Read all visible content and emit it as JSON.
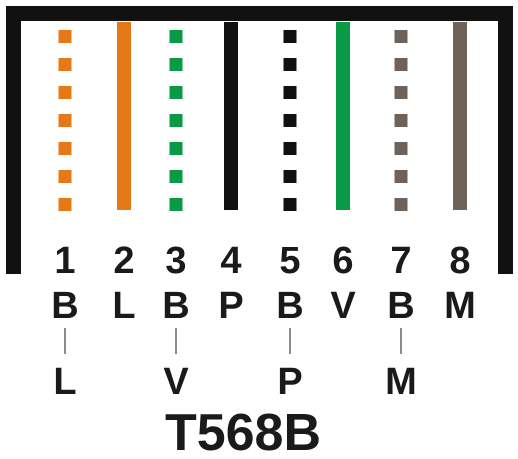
{
  "standard": "T568B",
  "colors": {
    "frame": "#111111",
    "orange": "#e67817",
    "green": "#0a9a46",
    "black": "#111111",
    "brown": "#6f6258",
    "white": "#ffffff"
  },
  "wires": [
    {
      "pin": "1",
      "code": "B",
      "pair_code": "L",
      "color": "orange",
      "style": "striped"
    },
    {
      "pin": "2",
      "code": "L",
      "pair_code": "",
      "color": "orange",
      "style": "solid"
    },
    {
      "pin": "3",
      "code": "B",
      "pair_code": "V",
      "color": "green",
      "style": "striped"
    },
    {
      "pin": "4",
      "code": "P",
      "pair_code": "",
      "color": "black",
      "style": "solid"
    },
    {
      "pin": "5",
      "code": "B",
      "pair_code": "P",
      "color": "black",
      "style": "striped"
    },
    {
      "pin": "6",
      "code": "V",
      "pair_code": "",
      "color": "green",
      "style": "solid"
    },
    {
      "pin": "7",
      "code": "B",
      "pair_code": "M",
      "color": "brown",
      "style": "striped"
    },
    {
      "pin": "8",
      "code": "M",
      "pair_code": "",
      "color": "brown",
      "style": "solid"
    }
  ]
}
